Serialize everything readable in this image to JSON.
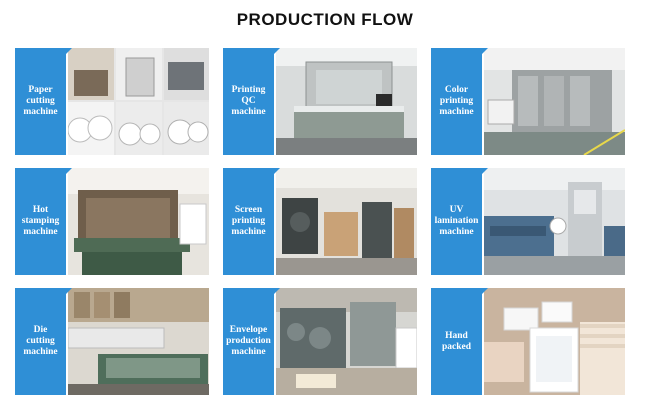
{
  "title": "PRODUCTION FLOW",
  "accent_color": "#2f8fd6",
  "steps": [
    {
      "label": "Paper\ncutting\nmachine"
    },
    {
      "label": "Printing\nQC\nmachine"
    },
    {
      "label": "Color\nprinting\nmachine"
    },
    {
      "label": "Hot\nstamping\nmachine"
    },
    {
      "label": "Screen\nprinting\nmachine"
    },
    {
      "label": "UV\nlamination\nmachine"
    },
    {
      "label": "Die\ncutting\nmachine"
    },
    {
      "label": "Envelope\nproduction\nmachine"
    },
    {
      "label": "Hand\npacked"
    }
  ]
}
